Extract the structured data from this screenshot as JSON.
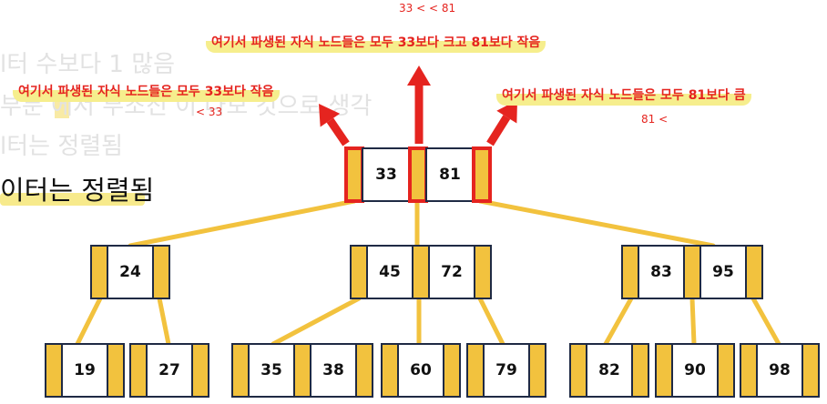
{
  "background_text": {
    "line1": "l터 수보다 1 많음",
    "line2": "부분 에서 부조진 이 나보 것으로 생각",
    "line3": "l터는 정렬됨"
  },
  "caption": "이터는 정렬됨",
  "root": {
    "keys": [
      "33",
      "81"
    ]
  },
  "annotations": {
    "middle_range": "33 <  < 81",
    "middle_note": "여기서 파생된 자식 노드들은 모두 33보다 크고 81보다 작음",
    "left_note": "여기서 파생된 자식 노드들은 모두 33보다 작음",
    "left_range": "< 33",
    "right_note": "여기서 파생된 자식 노드들은 모두 81보다 큼",
    "right_range": "81 <"
  },
  "level2": [
    {
      "keys": [
        "24"
      ]
    },
    {
      "keys": [
        "45",
        "72"
      ]
    },
    {
      "keys": [
        "83",
        "95"
      ]
    }
  ],
  "leaves": [
    {
      "keys": [
        "19"
      ]
    },
    {
      "keys": [
        "27"
      ]
    },
    {
      "keys": [
        "35",
        "38"
      ]
    },
    {
      "keys": [
        "60"
      ]
    },
    {
      "keys": [
        "79"
      ]
    },
    {
      "keys": [
        "82"
      ]
    },
    {
      "keys": [
        "90"
      ]
    },
    {
      "keys": [
        "98"
      ]
    }
  ],
  "colors": {
    "pointer_fill": "#f2c23e",
    "edge": "#f2c23e",
    "highlight_border": "#e5241f",
    "arrow": "#e5241f",
    "node_border": "#1f2a44"
  }
}
